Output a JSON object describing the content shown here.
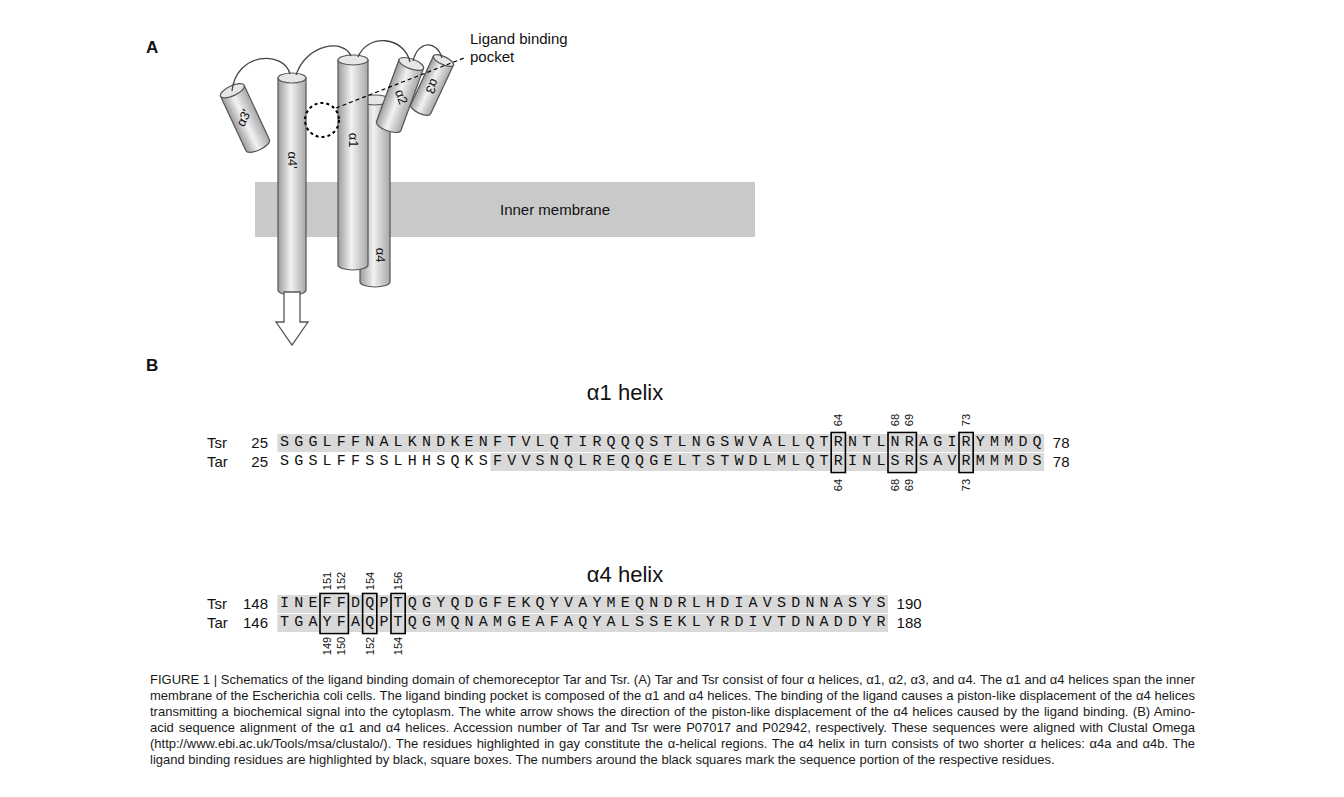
{
  "diagram": {
    "caption": "FIGURE 1 | Schematics of the ligand binding domain of chemoreceptor Tar and Tsr. (A) Tar and Tsr consist of four α helices, α1, α2, α3, and α4. The α1 and α4 helices span the inner membrane of the Escherichia coli cells. The ligand binding pocket is composed of the α1 and α4 helices. The binding of the ligand causes a piston-like displacement of the α4 helices transmitting a biochemical signal into the cytoplasm. The white arrow shows the direction of the piston-like displacement of the α4 helices caused by the ligand binding. (B) Amino-acid sequence alignment of the α1 and α4 helices. Accession number of Tar and Tsr were P07017 and P02942, respectively. These sequences were aligned with Clustal Omega (http://www.ebi.ac.uk/Tools/msa/clustalo/). The residues highlighted in gay constitute the α-helical regions. The α4 helix in turn consists of two shorter α helices: α4a and α4b. The ligand binding residues are highlighted by black, square boxes. The numbers around the black squares mark the sequence portion of the respective residues.",
    "nodes": [
      {
        "text": [
          "Inner membrane"
        ]
      }
    ],
    "labels": [
      "A",
      "Ligand binding pocket",
      "α3'",
      "α4'",
      "α1",
      "α2",
      "α3",
      "α4",
      "B",
      "α1 helix",
      "64",
      "68",
      "69",
      "73",
      "Tsr",
      "25",
      "SGGLFFNALKNDKENFTVLQTIRQQQSTLNGSWVALLQTRNTLNRAGIRYMMDQ",
      "78",
      "Tar",
      "25",
      "SGSLFFSSLHHSQKSFVVSNQLREQQGELTSTWDLMLQTRINLSRSAVRMMMDS",
      "78",
      "64",
      "68",
      "69",
      "73",
      "151",
      "152",
      "154",
      "156",
      "α4 helix",
      "Tsr",
      "148",
      "INEFFDQPTQGYQDGFEKQYVAYMEQNDRLHDIAVSDNNASYS",
      "190",
      "Tar",
      "146",
      "TGAYFAQPTQGMQNAMGEAFAQYALSSEKLYRDIVTDNADDYR",
      "188",
      "149",
      "150",
      "152",
      "154"
    ]
  }
}
